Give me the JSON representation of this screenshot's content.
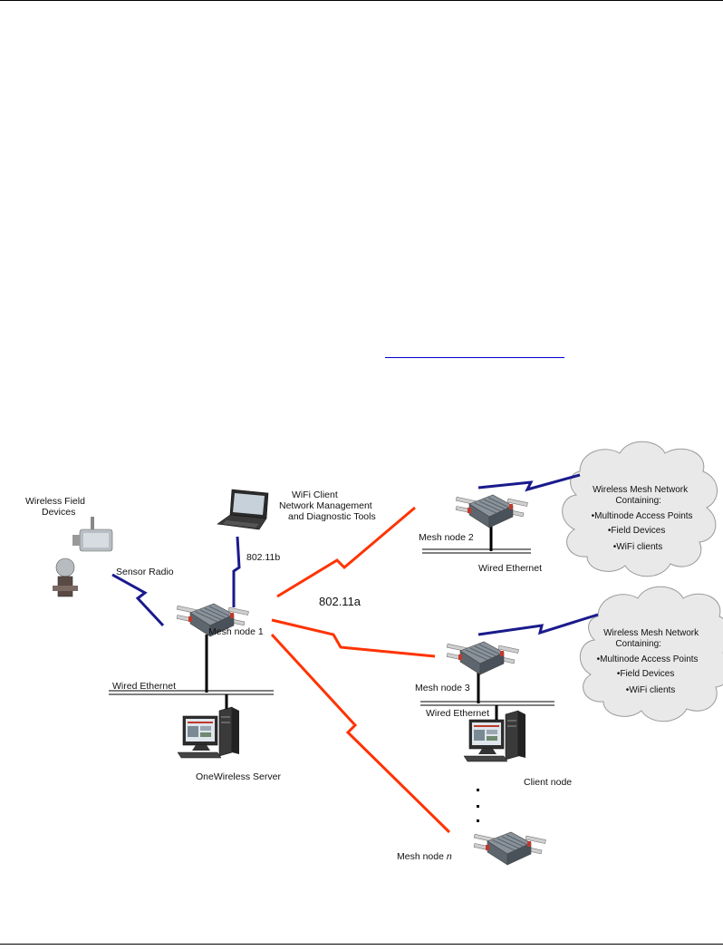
{
  "diagram": {
    "labels": {
      "wireless_field_devices": [
        "Wireless Field",
        "Devices"
      ],
      "wifi_client": [
        "WiFi Client",
        "Network Management",
        "and Diagnostic Tools"
      ],
      "sensor_radio": "Sensor Radio",
      "link_80211b": "802.11b",
      "link_80211a": "802.11a",
      "mesh_node_1": "Mesh node 1",
      "mesh_node_2": "Mesh node 2",
      "mesh_node_3": "Mesh node 3",
      "mesh_node_n": "Mesh node ",
      "mesh_node_n_italic": "n",
      "wired_ethernet": "Wired Ethernet",
      "onewireless_server": "OneWireless Server",
      "client_node": "Client node",
      "cloud_top": [
        "Wireless Mesh Network",
        "Containing:",
        "•Multinode Access Points",
        "•Field Devices",
        "•WiFi clients"
      ],
      "cloud_bottom": [
        "Wireless Mesh Network",
        "Containing:",
        "•Multinode Access Points",
        "•Field Devices",
        "•WiFi clients"
      ]
    },
    "colors": {
      "red_link": "#ff3300",
      "blue_link": "#1a1a8c",
      "device_body": "#6e7780",
      "cloud": "#e9e9e9"
    }
  }
}
